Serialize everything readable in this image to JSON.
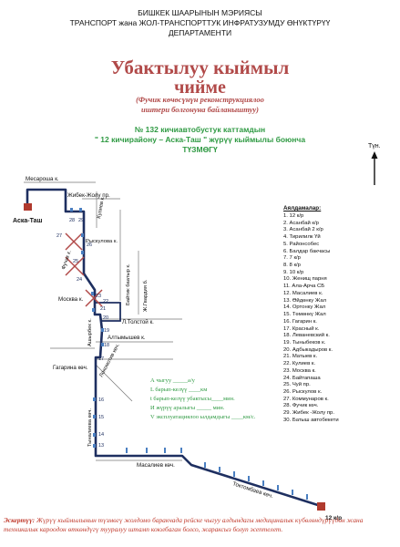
{
  "header": {
    "line1": "БИШКЕК ШААРЫНЫН МЭРИЯСЫ",
    "line2": "ТРАНСПОРТ жана ЖОЛ-ТРАНСПОРТТУК ИНФРАТУЗУМДУ ӨНҮКТҮРҮҮ",
    "line3": "ДЕПАРТАМЕНТИ"
  },
  "title": {
    "line1": "Убактылуу кыймыл",
    "line2": "чийме",
    "sub1": "(Фучик көчөсүнүн реконструкциялоо",
    "sub2": "иштери болгонуна байланыштуу)"
  },
  "route": {
    "line1": "№ 132  кичиавтобустук каттамдын",
    "line2": "\" 12 кичирайону –  Аска-Таш \" жүрүү кыймылы боюнча",
    "line3": "ТҮЗМӨГҮ"
  },
  "north_label": "Түн.",
  "map": {
    "terminal_start": "Аска-Таш",
    "terminal_end": "12 к/р",
    "streets": {
      "mesarosha": "Месароша к.",
      "jibek_top": "Жибек-Жолу пр.",
      "kuliev": "Кулиев к.",
      "ryskulova": "Рыскулова к.",
      "baitik": "Байтик баатыр к.",
      "fuchik": "Фучик к.",
      "moskva": "Москва к.",
      "gvardiya": "Ж.Гвардия б.",
      "tolstoy": "Л.Толстой к.",
      "altymyshev": "Алтымышев к.",
      "ashyrbek": "Ашырбек к.",
      "gagarina": "Гагарина көч.",
      "lokomotiv": "Локомотив көч.",
      "tynalieva": "Тыналиева көч.",
      "masalieva": "Масалиев көч.",
      "toktombaev": "Токтомбаев көч."
    },
    "stop_numbers": [
      "28",
      "29",
      "27",
      "26",
      "25",
      "24",
      "23",
      "22",
      "21",
      "20",
      "19",
      "18",
      "17",
      "16",
      "15",
      "14",
      "13"
    ]
  },
  "stops_title": "Аялдамалар:",
  "stops": [
    "1. 12 к/р",
    "2. Асанбай к/р",
    "3. Асанбай 2 к/р",
    "4. Тирилилк Үй",
    "5. Районсобес",
    "6. Балдар бакчасы",
    "7. 7 к/р",
    "8. 8 к/р",
    "9. 10 к/р",
    "10. Женищ парня",
    "11. Ала-Арча СБ",
    "12. Масалиев к.",
    "13. Өйдөнку Жал",
    "14. Ортонку Жал",
    "15. Төмөнкү Жал",
    "16. Гагарин к.",
    "17. Красный к.",
    "18. Леваневский к.",
    "19. Тыныбеков к.",
    "20. Адбыкадыров к.",
    "21. Матыев к.",
    "22. Кулиев к.",
    "23. Москва к.",
    "24. Байтапаша",
    "25. Чуй пр.",
    "26. Рыскулов к.",
    "27. Коммунаров к.",
    "28. Фучик көч.",
    "29. Жибек -Жолу пр.",
    "30. Батыш автобекети"
  ],
  "route_info": {
    "line1": "А чыгуу _____а/у",
    "line2": "L барып-келүү ____км",
    "line3": "t барып-келүү убактысы____мин.",
    "line4": "И жүрүү аралыгы _____ мин.",
    "line5": "V эксплуатациялоо ылдамдыгы ____км/с."
  },
  "footer": {
    "label": "Эскертүү:",
    "text": "Жүрүү кыймылынын түзмөгү жолдомо баракчада рейске чыгуу алдындагы медициналык күбөлөндүрүүдөн жана техникалык кароодон өткөндүгү тууралуу штамп коюлбаган болсо, жараксыз болуп эсептелет."
  },
  "colors": {
    "route": "#1e2f60",
    "title": "#b14a49",
    "green": "#2f9a43",
    "terminal": "#b03a2e",
    "stop_marker": "#4a7fc1",
    "closure_cross": "#b14a49"
  }
}
